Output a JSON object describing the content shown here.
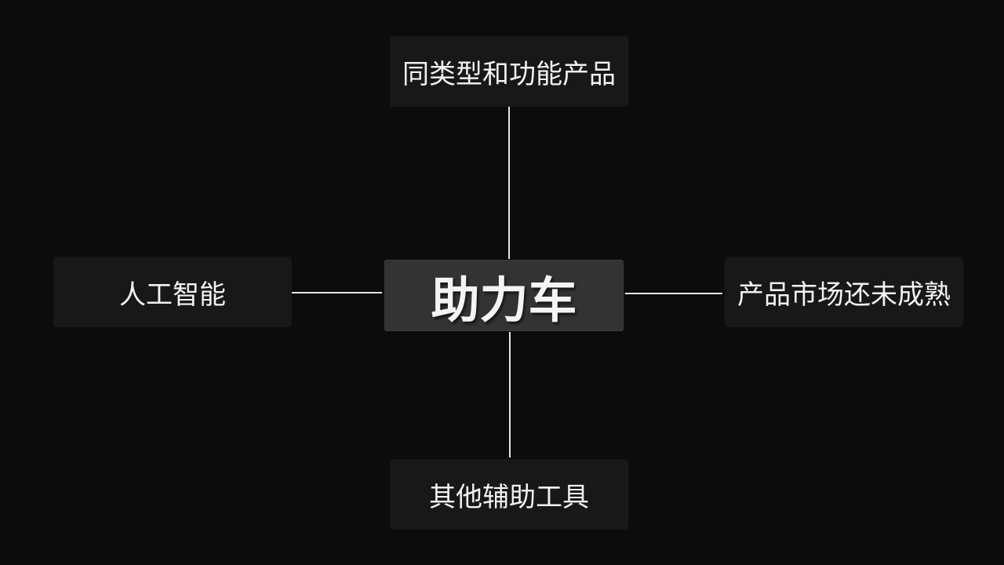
{
  "center": {
    "label": "助力车"
  },
  "nodes": {
    "top": {
      "label": "同类型和功能产品"
    },
    "left": {
      "label": "人工智能"
    },
    "right": {
      "label": "产品市场还未成熟"
    },
    "bottom": {
      "label": "其他辅助工具"
    }
  },
  "colors": {
    "background": "#0c0c0c",
    "node_fill": "#181818",
    "center_fill": "#333333",
    "connector": "#e6e6e6",
    "text": "#f2f2f2"
  }
}
